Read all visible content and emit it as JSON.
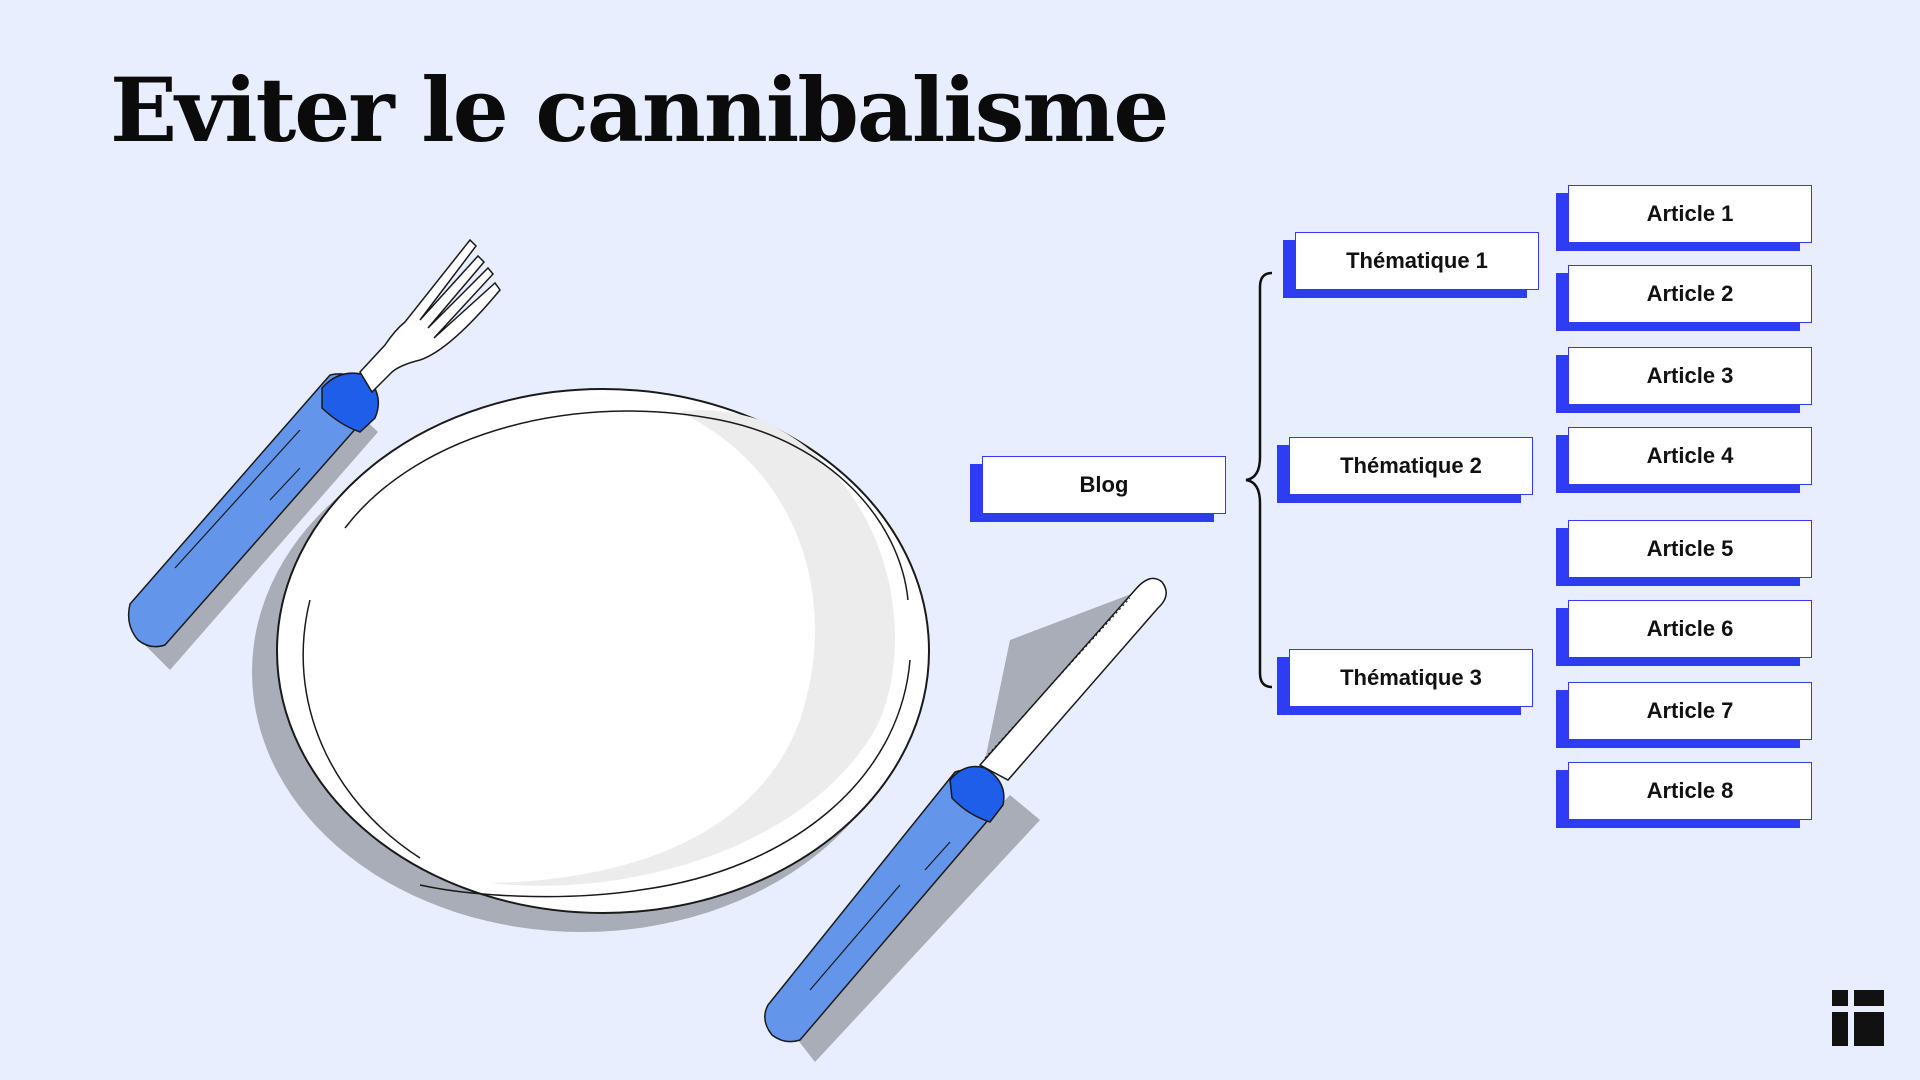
{
  "title": "Eviter le cannibalisme",
  "colors": {
    "background": "#e8eefd",
    "accent": "#2f3df2",
    "handle": "#6395ea",
    "handle_collar": "#1f5ee8"
  },
  "diagram": {
    "root": {
      "label": "Blog"
    },
    "themes": [
      {
        "label": "Thématique 1",
        "articles": [
          "Article 1",
          "Article 2"
        ]
      },
      {
        "label": "Thématique 2",
        "articles": [
          "Article 3",
          "Article 4"
        ]
      },
      {
        "label": "Thématique 3",
        "articles": [
          "Article 5",
          "Article 6",
          "Article 7",
          "Article 8"
        ]
      }
    ]
  },
  "icons": {
    "fork": "fork-icon",
    "plate": "plate-icon",
    "knife": "knife-icon",
    "logo": "brand-logo-icon"
  }
}
